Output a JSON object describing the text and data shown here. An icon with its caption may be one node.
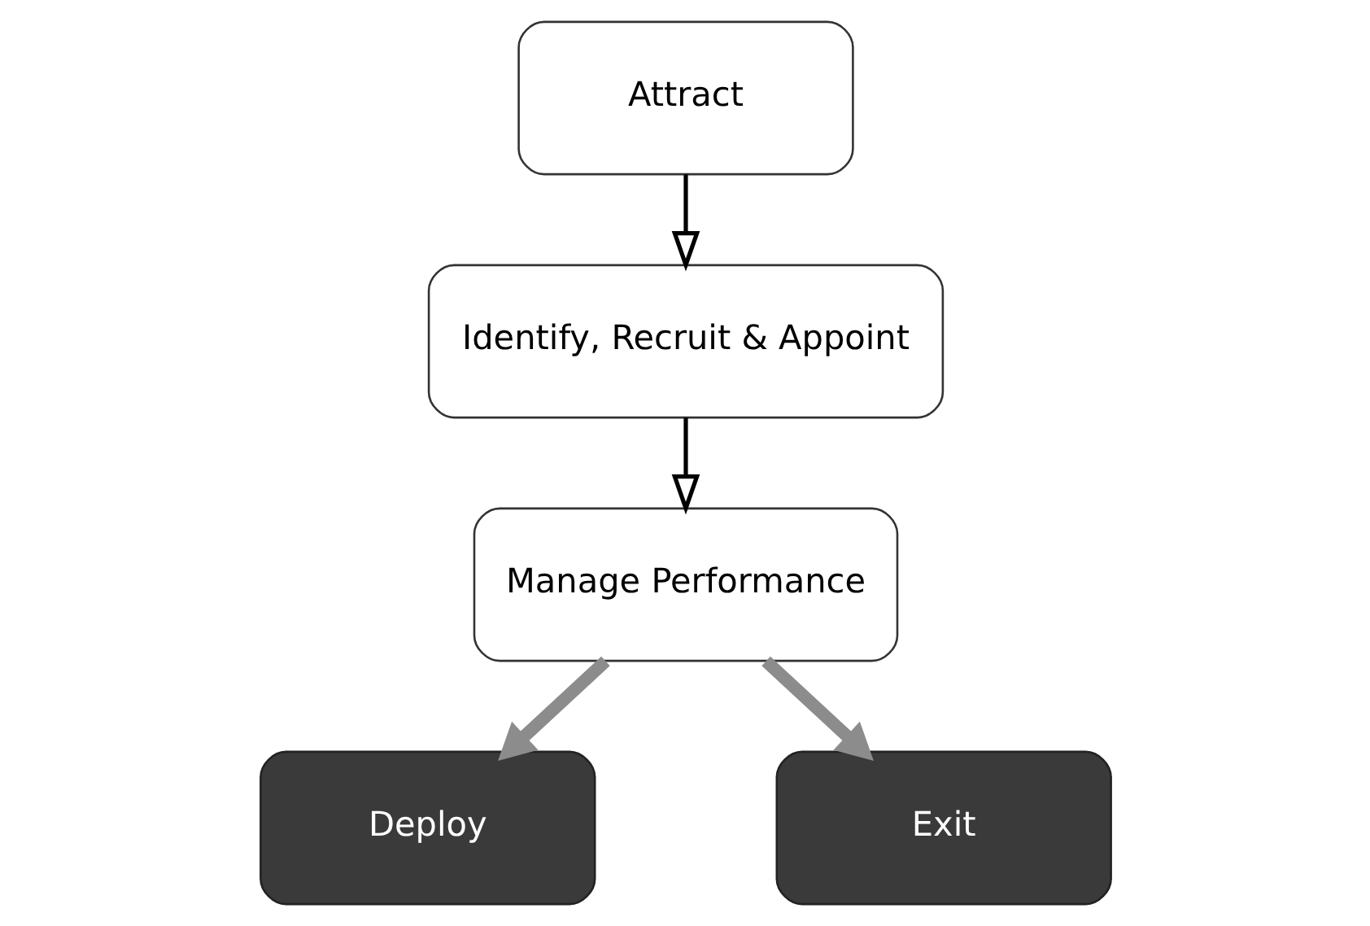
{
  "diagram": {
    "nodes": [
      {
        "text": [
          "Attract"
        ]
      },
      {
        "text": [
          "Identify, Recruit & Appoint"
        ]
      },
      {
        "text": [
          "Manage Performance"
        ]
      },
      {
        "text": [
          "Deploy"
        ]
      },
      {
        "text": [
          "Exit"
        ]
      }
    ],
    "edges": [
      {
        "from": 0,
        "to": 1,
        "arrow": "to"
      },
      {
        "from": 1,
        "to": 2,
        "arrow": "to"
      },
      {
        "from": 2,
        "to": 3,
        "arrow": "to",
        "style": "thick",
        "color": "#8c8c8c"
      },
      {
        "from": 2,
        "to": 4,
        "arrow": "to",
        "style": "thick",
        "color": "#8c8c8c"
      }
    ]
  }
}
